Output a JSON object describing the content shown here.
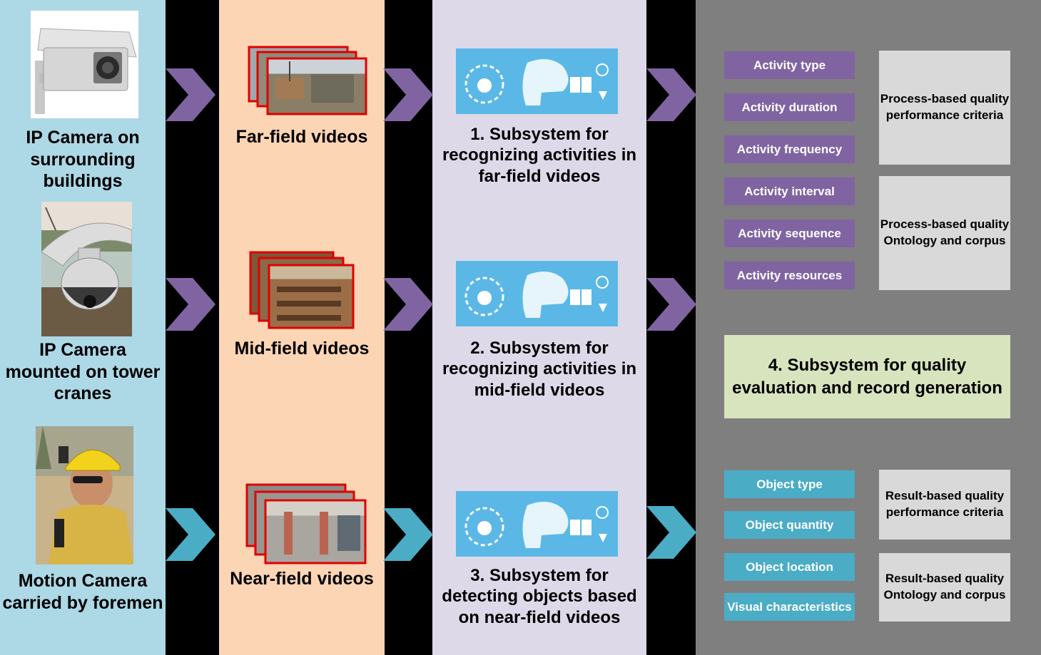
{
  "columns": {
    "cameras": [
      {
        "label": "IP Camera on surrounding buildings",
        "icon": "box-camera-icon"
      },
      {
        "label": "IP Camera mounted on tower cranes",
        "icon": "dome-camera-icon"
      },
      {
        "label": "Motion Camera carried by foremen",
        "icon": "foreman-helmet-camera-icon"
      }
    ],
    "videos": [
      {
        "label": "Far-field videos"
      },
      {
        "label": "Mid-field videos"
      },
      {
        "label": "Near-field videos"
      }
    ],
    "subsystems": [
      {
        "label": "1. Subsystem for recognizing activities in far-field videos"
      },
      {
        "label": "2. Subsystem for recognizing activities in mid-field videos"
      },
      {
        "label": "3. Subsystem for detecting objects based on near-field videos"
      }
    ]
  },
  "process_attributes": [
    "Activity type",
    "Activity duration",
    "Activity frequency",
    "Activity interval",
    "Activity sequence",
    "Activity resources"
  ],
  "process_criteria": [
    "Process-based quality performance criteria",
    "Process-based quality Ontology and corpus"
  ],
  "quality_subsystem": "4. Subsystem for quality evaluation and record generation",
  "result_attributes": [
    "Object type",
    "Object quantity",
    "Object location",
    "Visual characteristics"
  ],
  "result_criteria": [
    "Result-based quality performance criteria",
    "Result-based quality Ontology and corpus"
  ],
  "colors": {
    "cameras_bg": "#add8e6",
    "videos_bg": "#fcd5b5",
    "subsystems_bg": "#ddd9e8",
    "criteria_bg": "#7f7f7f",
    "process_tag": "#8064a2",
    "result_tag": "#4bacc6",
    "criteria_box": "#d9d9d9",
    "quality_box": "#d7e4bd"
  }
}
